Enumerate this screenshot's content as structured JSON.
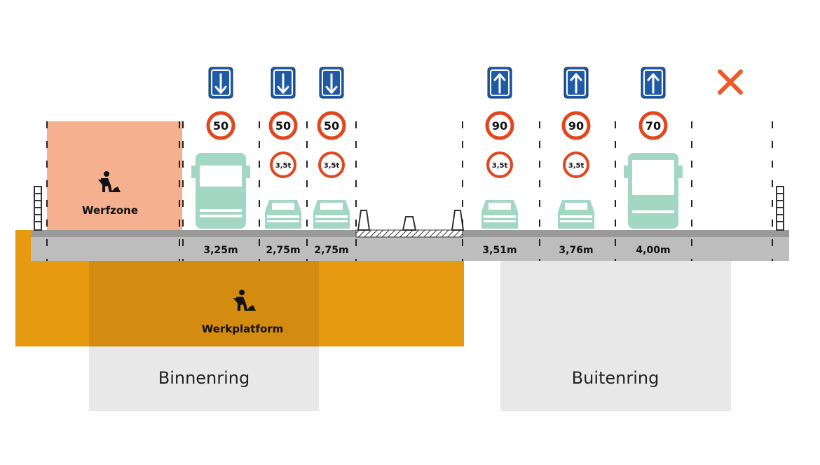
{
  "labels": {
    "worksite": "Werfzone",
    "platform": "Werkplatform",
    "inner_ring": "Binnenring",
    "outer_ring": "Buitenring"
  },
  "lanes": {
    "inner": [
      {
        "width": "3,25m",
        "direction": "down-arrow",
        "speed": "50",
        "weight": "",
        "vehicle": "truck"
      },
      {
        "width": "2,75m",
        "direction": "down-arrow",
        "speed": "50",
        "weight": "3,5t",
        "vehicle": "car"
      },
      {
        "width": "2,75m",
        "direction": "down-arrow",
        "speed": "50",
        "weight": "3,5t",
        "vehicle": "car"
      }
    ],
    "outer": [
      {
        "width": "3,51m",
        "direction": "up-arrow",
        "speed": "90",
        "weight": "3,5t",
        "vehicle": "car"
      },
      {
        "width": "3,76m",
        "direction": "up-arrow",
        "speed": "90",
        "weight": "3,5t",
        "vehicle": "car"
      },
      {
        "width": "4,00m",
        "direction": "up-arrow",
        "speed": "70",
        "weight": "",
        "vehicle": "bus"
      }
    ],
    "closed_lane": "cross"
  },
  "colors": {
    "worksite": "#F5B08F",
    "platform": "#E69A0F",
    "platform_overlap": "#D38C10",
    "road": "#BDBDBD",
    "road_top": "#999999",
    "support": "#E8E8E8",
    "vehicle": "#A2D7C3",
    "sign_blue": "#1F5AA6",
    "sign_red": "#E2461F",
    "cross": "#EC5A2A"
  }
}
